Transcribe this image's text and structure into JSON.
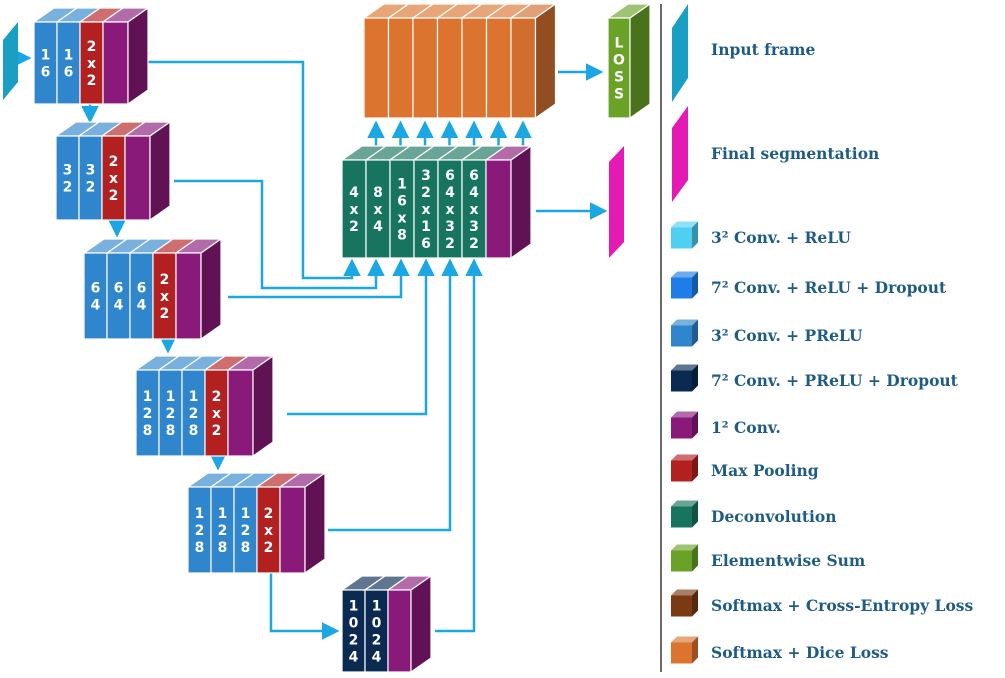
{
  "colors": {
    "input_frame": "#1a9fc4",
    "final_seg": "#e31ab4",
    "conv3_relu": "#4fd0f2",
    "conv7_relu_dropout": "#1f7de8",
    "conv3_prelu": "#2f86cc",
    "conv7_prelu_dropout": "#0a2a52",
    "conv1": "#8a1a7a",
    "max_pool": "#b32020",
    "deconv": "#17755f",
    "elem_sum": "#6aa228",
    "softmax_ce": "#7a3a12",
    "softmax_dice": "#dc7430",
    "arrow": "#1aa7e4",
    "legend_text": "#1f5c84",
    "divider": "#444444"
  },
  "legend": [
    {
      "label": "Input frame",
      "icon": "input-frame-icon"
    },
    {
      "label": "Final segmentation",
      "icon": "final-segmentation-icon"
    },
    {
      "label": "3² Conv. + ReLU",
      "icon": "conv3-relu-cube-icon"
    },
    {
      "label": "7² Conv. + ReLU + Dropout",
      "icon": "conv7-relu-dropout-cube-icon"
    },
    {
      "label": "3² Conv. + PReLU",
      "icon": "conv3-prelu-cube-icon"
    },
    {
      "label": "7² Conv. + PReLU + Dropout",
      "icon": "conv7-prelu-dropout-cube-icon"
    },
    {
      "label": "1² Conv.",
      "icon": "conv1-cube-icon"
    },
    {
      "label": "Max Pooling",
      "icon": "max-pooling-cube-icon"
    },
    {
      "label": "Deconvolution",
      "icon": "deconvolution-cube-icon"
    },
    {
      "label": "Elementwise Sum",
      "icon": "elementwise-sum-cube-icon"
    },
    {
      "label": "Softmax + Cross-Entropy Loss",
      "icon": "softmax-ce-cube-icon"
    },
    {
      "label": "Softmax + Dice Loss",
      "icon": "softmax-dice-cube-icon"
    }
  ],
  "encoder": [
    {
      "stage": 1,
      "filters": [
        "1\n6",
        "1\n6"
      ],
      "pool": "2\nx\n2"
    },
    {
      "stage": 2,
      "filters": [
        "3\n2",
        "3\n2"
      ],
      "pool": "2\nx\n2"
    },
    {
      "stage": 3,
      "filters": [
        "6\n4",
        "6\n4",
        "6\n4"
      ],
      "pool": "2\nx\n2"
    },
    {
      "stage": 4,
      "filters": [
        "1\n2\n8",
        "1\n2\n8",
        "1\n2\n8"
      ],
      "pool": "2\nx\n2"
    },
    {
      "stage": 5,
      "filters": [
        "1\n2\n8",
        "1\n2\n8",
        "1\n2\n8"
      ],
      "pool": "2\nx\n2"
    }
  ],
  "bottleneck": {
    "filters": [
      "1\n0\n2\n4",
      "1\n0\n2\n4"
    ]
  },
  "deconvolutions": [
    "4\nx\n2",
    "8\nx\n4",
    "1\n6\nx\n8",
    "3\n2\nx\n1\n6",
    "6\n4\nx\n3\n2",
    "6\n4\nx\n3\n2"
  ],
  "loss_label": "L\nO\nS\nS"
}
